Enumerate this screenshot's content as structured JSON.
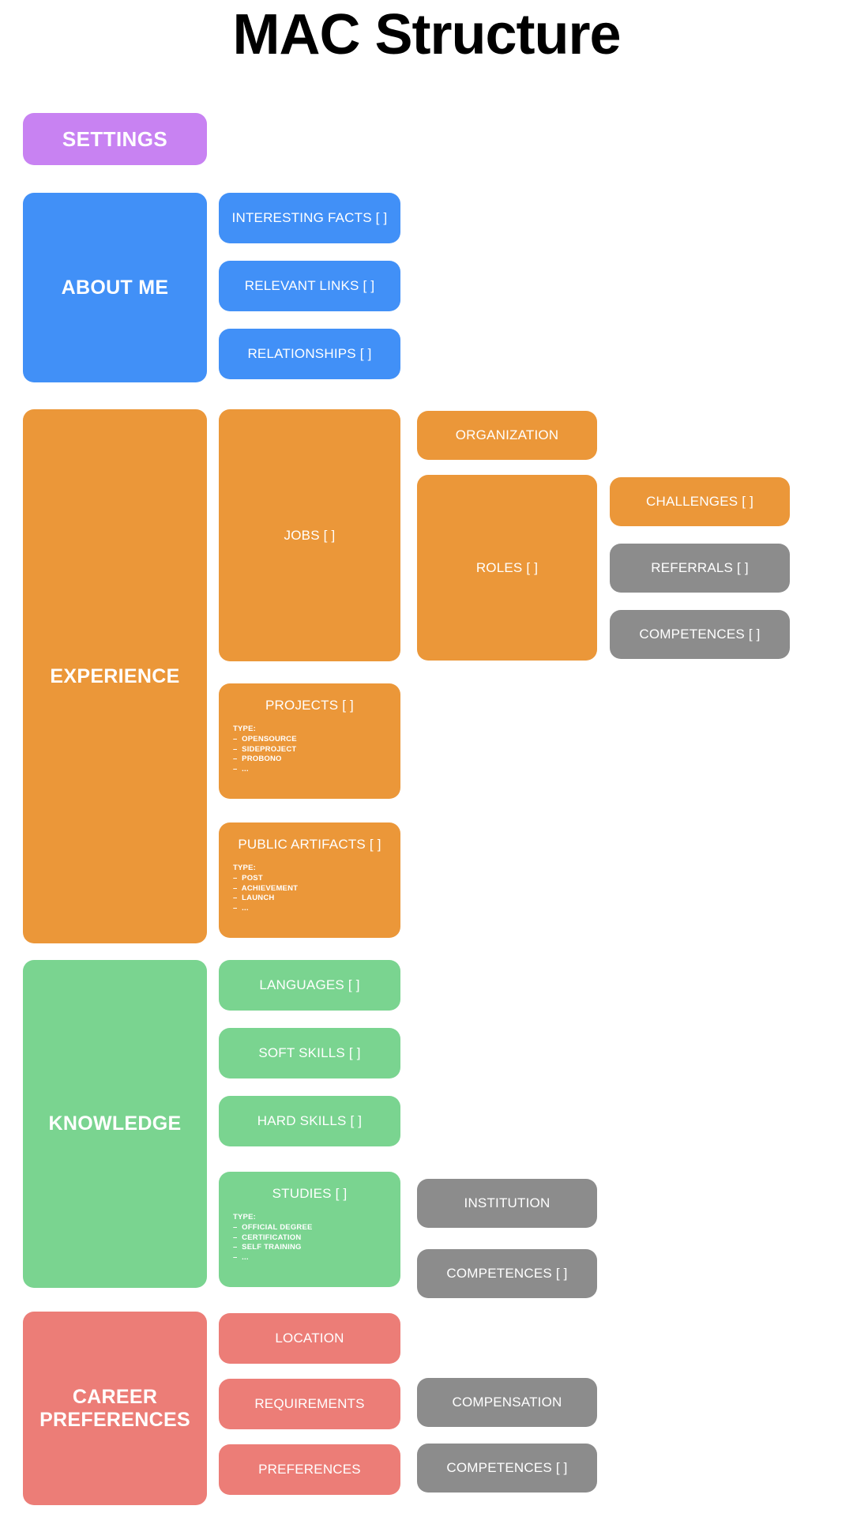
{
  "page": {
    "title": "MAC Structure",
    "background": "#ffffff"
  },
  "colors": {
    "purple": "#c882f2",
    "blue": "#4190f7",
    "orange": "#eb9739",
    "green": "#7ad490",
    "salmon": "#ec7d77",
    "gray": "#8c8c8c",
    "text_on_box": "#ffffff",
    "title_text": "#000000"
  },
  "sections": {
    "settings": {
      "label": "SETTINGS",
      "color": "#c882f2"
    },
    "about_me": {
      "label": "ABOUT ME",
      "color": "#4190f7",
      "children": [
        {
          "label": "INTERESTING FACTS [ ]"
        },
        {
          "label": "RELEVANT LINKS [ ]"
        },
        {
          "label": "RELATIONSHIPS [ ]"
        }
      ]
    },
    "experience": {
      "label": "EXPERIENCE",
      "color": "#eb9739",
      "children": [
        {
          "label": "JOBS [ ]"
        },
        {
          "label": "PROJECTS [ ]"
        },
        {
          "label": "PUBLIC ARTIFACTS [ ]"
        }
      ],
      "jobs_children": [
        {
          "label": "ORGANIZATION"
        },
        {
          "label": "ROLES [ ]"
        }
      ],
      "roles_children": [
        {
          "label": "CHALLENGES [ ]",
          "color": "#eb9739"
        },
        {
          "label": "REFERRALS [ ]",
          "color": "#8c8c8c"
        },
        {
          "label": "COMPETENCES [ ]",
          "color": "#8c8c8c"
        }
      ],
      "projects_types": {
        "heading": "TYPE:",
        "items": [
          "–  OPENSOURCE",
          "–  SIDEPROJECT",
          "–  PROBONO",
          "–  ..."
        ]
      },
      "artifacts_types": {
        "heading": "TYPE:",
        "items": [
          "–  POST",
          "–  ACHIEVEMENT",
          "–  LAUNCH",
          "–  ..."
        ]
      }
    },
    "knowledge": {
      "label": "KNOWLEDGE",
      "color": "#7ad490",
      "children": [
        {
          "label": "LANGUAGES [ ]"
        },
        {
          "label": "SOFT SKILLS [ ]"
        },
        {
          "label": "HARD SKILLS [ ]"
        },
        {
          "label": "STUDIES [ ]"
        }
      ],
      "studies_types": {
        "heading": "TYPE:",
        "items": [
          "–  OFFICIAL DEGREE",
          "–  CERTIFICATION",
          "–  SELF TRAINING",
          "–  ..."
        ]
      },
      "studies_children": [
        {
          "label": "INSTITUTION",
          "color": "#8c8c8c"
        },
        {
          "label": "COMPETENCES [ ]",
          "color": "#8c8c8c"
        }
      ]
    },
    "career_preferences": {
      "label": "CAREER\nPREFERENCES",
      "label_line1": "CAREER",
      "label_line2": "PREFERENCES",
      "color": "#ec7d77",
      "children": [
        {
          "label": "LOCATION"
        },
        {
          "label": "REQUIREMENTS"
        },
        {
          "label": "PREFERENCES"
        }
      ],
      "requirements_children": [
        {
          "label": "COMPENSATION",
          "color": "#8c8c8c"
        },
        {
          "label": "COMPETENCES [ ]",
          "color": "#8c8c8c"
        }
      ]
    }
  }
}
